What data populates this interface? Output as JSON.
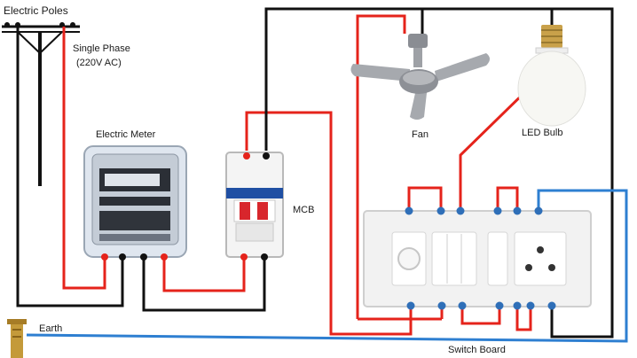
{
  "labels": {
    "electric_poles": "Electric  Poles",
    "single_phase_line1": "Single Phase",
    "single_phase_line2": "(220V AC)",
    "electric_meter": "Electric Meter",
    "mcb": "MCB",
    "fan": "Fan",
    "led_bulb": "LED Bulb",
    "earth": "Earth",
    "switch_board": "Switch Board"
  },
  "colors": {
    "phase_wire": "#e5231b",
    "neutral_wire": "#111111",
    "earth_wire": "#2e7fd1",
    "terminal": "#2f6fb8",
    "board_face": "#f2f2f2"
  }
}
